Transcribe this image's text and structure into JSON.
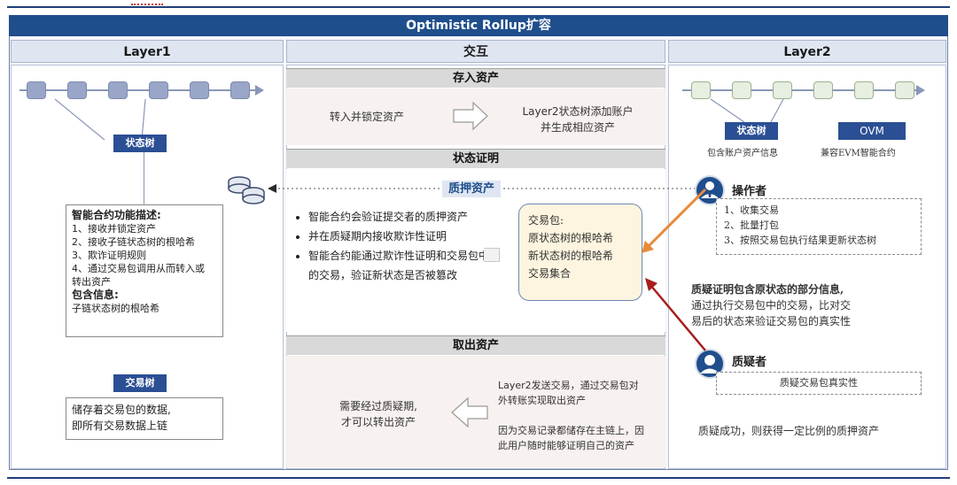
{
  "title": "Optimistic Rollup扩容",
  "columns": {
    "left": "Layer1",
    "middle": "交互",
    "right": "Layer2"
  },
  "left": {
    "state_tree_label": "状态树",
    "contract_box": {
      "heading": "智能合约功能描述:",
      "items": [
        "1、接收并锁定资产",
        "2、接收子链状态树的根哈希",
        "3、欺诈证明规则",
        "4、通过交易包调用从而转入或",
        "转出资产"
      ],
      "include_heading": "包含信息:",
      "include_text": "子链状态树的根哈希"
    },
    "tx_tree_label": "交易树",
    "tx_tree_box": [
      "储存着交易包的数据,",
      "即所有交易数据上链"
    ]
  },
  "middle": {
    "deposit": {
      "header": "存入资产",
      "left_text": "转入并锁定资产",
      "right_text": [
        "Layer2状态树添加账户",
        "并生成相应资产"
      ]
    },
    "proof": {
      "header": "状态证明",
      "stake_label": "质押资产",
      "bullets": [
        "智能合约会验证提交者的质押资产",
        "并在质疑期内接收欺诈性证明",
        "智能合约能通过欺诈性证明和交易包中的交易，验证新状态是否被篡改"
      ],
      "bundle": [
        "交易包:",
        "原状态树的根哈希",
        "新状态树的根哈希",
        "交易集合"
      ]
    },
    "withdraw": {
      "header": "取出资产",
      "left_text": [
        "需要经过质疑期,",
        "才可以转出资产"
      ],
      "right_text_1": [
        "Layer2发送交易，通过交易包对",
        "外转账实现取出资产"
      ],
      "right_text_2": [
        "因为交易记录都储存在主链上，因",
        "此用户随时能够证明自己的资产"
      ]
    }
  },
  "right": {
    "state_tree_label": "状态树",
    "ovm_label": "OVM",
    "state_tree_caption": "包含账户资产信息",
    "ovm_caption": "兼容EVM智能合约",
    "operator": {
      "title": "操作者",
      "items": [
        "1、收集交易",
        "2、批量打包",
        "3、按照交易包执行结果更新状态树"
      ]
    },
    "challenge_note": [
      "质疑证明包含原状态的部分信息,",
      "通过执行交易包中的交易，比对交",
      "易后的状态来验证交易包的真实性"
    ],
    "challenger": {
      "title": "质疑者",
      "box": "质疑交易包真实性"
    },
    "success_text": "质疑成功，则获得一定比例的质押资产"
  },
  "colors": {
    "navy": "#1f4e8c",
    "orange_arrow": "#e8893a",
    "red_arrow": "#a81e1e",
    "bundle_fill": "#fdf5df"
  }
}
